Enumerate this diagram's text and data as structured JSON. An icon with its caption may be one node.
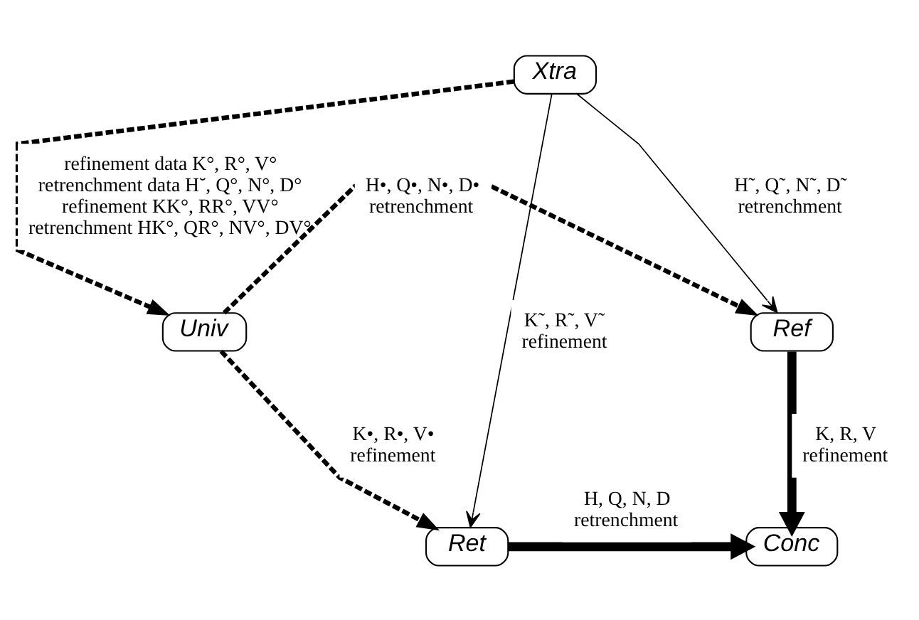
{
  "diagram": {
    "nodes": [
      {
        "text": [
          "Xtra"
        ]
      },
      {
        "text": [
          "Univ"
        ]
      },
      {
        "text": [
          "Ref"
        ]
      },
      {
        "text": [
          "Ret"
        ]
      },
      {
        "text": [
          "Conc"
        ]
      }
    ],
    "edges": [
      {
        "from": 0,
        "to": 1,
        "arrow": "to",
        "style": "dashed",
        "label": "refinement data K°, R°, V° retrenchment data H˘, Q°, N°, D° refinement KK°, RR°, VV° retrenchment HK°, QR°, NV°, DV°"
      },
      {
        "from": 0,
        "to": 2,
        "arrow": "to",
        "label": "H˜, Q˜, N˜, D˜ retrenchment"
      },
      {
        "from": 0,
        "to": 3,
        "arrow": "to",
        "label": "K˜, R˜, V˜ refinement"
      },
      {
        "from": 1,
        "to": 2,
        "arrow": "to",
        "style": "dashed",
        "label": "H•, Q•, N•, D• retrenchment"
      },
      {
        "from": 1,
        "to": 3,
        "arrow": "to",
        "style": "dashed",
        "label": "K•, R•, V• refinement"
      },
      {
        "from": 2,
        "to": 4,
        "arrow": "to",
        "style": "thick",
        "label": "K, R, V refinement"
      },
      {
        "from": 3,
        "to": 4,
        "arrow": "to",
        "style": "thick",
        "label": "H, Q, N, D retrenchment"
      }
    ]
  }
}
